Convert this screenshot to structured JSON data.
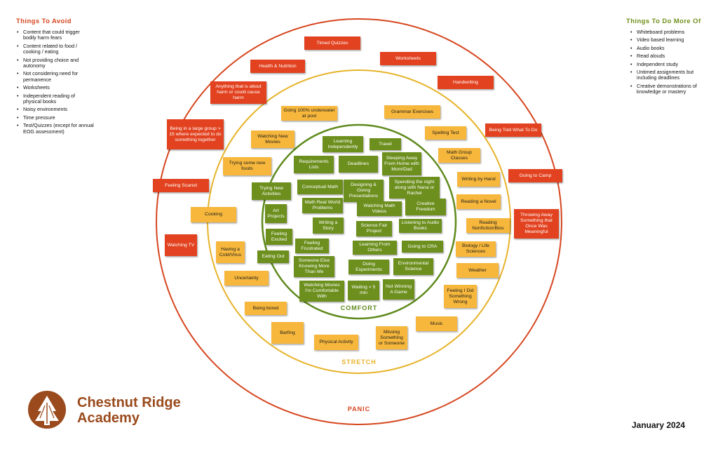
{
  "colors": {
    "panic_ring": "#d6461f",
    "stretch_ring": "#e7b32a",
    "comfort_ring": "#5f8a1d",
    "panic_note": "#e2421f",
    "stretch_note": "#f6b73c",
    "comfort_note": "#6c8f1d",
    "avoid_title": "#d6461f",
    "more_title": "#6f8f1a",
    "logo": "#9a4a1c"
  },
  "avoid": {
    "title": "Things To Avoid",
    "items": [
      "Content that could trigger bodily harm fears",
      "Content related to food / cooking / eating",
      "Not providing choice and autonomy",
      "Not considering need for permanence",
      "Worksheets",
      "Independent reading of physical books",
      "Noisy environments",
      "Time pressure",
      "Test/Quizzes (except for annual EOG assessment)"
    ]
  },
  "do_more": {
    "title": "Things To Do More Of",
    "items": [
      "Whiteboard problems",
      "Video based learning",
      "Audio books",
      "Read alouds",
      "Independent study",
      "Untimed assignments but including deadlines",
      "Creative demonstrations of knowledge or mastery"
    ]
  },
  "zones": {
    "comfort": "COMFORT",
    "stretch": "STRETCH",
    "panic": "PANIC"
  },
  "notes": {
    "panic": [
      "Timed Quizzes",
      "Worksheets",
      "Health & Nutrition",
      "Handwriting",
      "Anything that is about harm or could cause harm",
      "Being Told What To Do",
      "Being in a large group > 15 where expected to do something together",
      "Going to Camp",
      "Feeling Scared",
      "Throwing Away Something that Once Was Meaningful",
      "Watching TV"
    ],
    "stretch": [
      "Going 100% underwater at pool",
      "Grammar Exercises",
      "Watching New Movies",
      "Spelling Test",
      "Math Group Classes",
      "Trying some new foods",
      "Writing by Hand",
      "Reading a Novel",
      "Cooking",
      "Reading Nonfiction/Bios",
      "Having a Cold/Virus",
      "Biology / Life Sciences",
      "Weather",
      "Uncertainty",
      "Feeling I Did Something Wrong",
      "Being bored",
      "Music",
      "Barfing",
      "Physical Activity",
      "Missing Something or Someone"
    ],
    "comfort": [
      "Learning Independently",
      "Travel",
      "Requirements Lists",
      "Deadlines",
      "Sleeping Away From Home with Mom/Dad",
      "Trying New Activities",
      "Conceptual Math",
      "Designing & Giving Presentations",
      "Spending the night along with Nana or Rachel",
      "Art Projects",
      "Math Real World Problems",
      "Watching Math Videos",
      "Creative Freedom",
      "Writing a Story",
      "Science Fair Project",
      "Listening to Audio Books",
      "Feeling Excited",
      "Feeling Frustrated",
      "Learning From Others",
      "Going to CRA",
      "Eating Out",
      "Someone Else Knowing More Than Me",
      "Doing Experiments",
      "Environmental Science",
      "Watching Movies I'm Comfortable With",
      "Waiting < 5 min",
      "Not Winning A Game"
    ]
  },
  "org": {
    "name_line1": "Chestnut Ridge",
    "name_line2": "Academy"
  },
  "date": "January 2024"
}
